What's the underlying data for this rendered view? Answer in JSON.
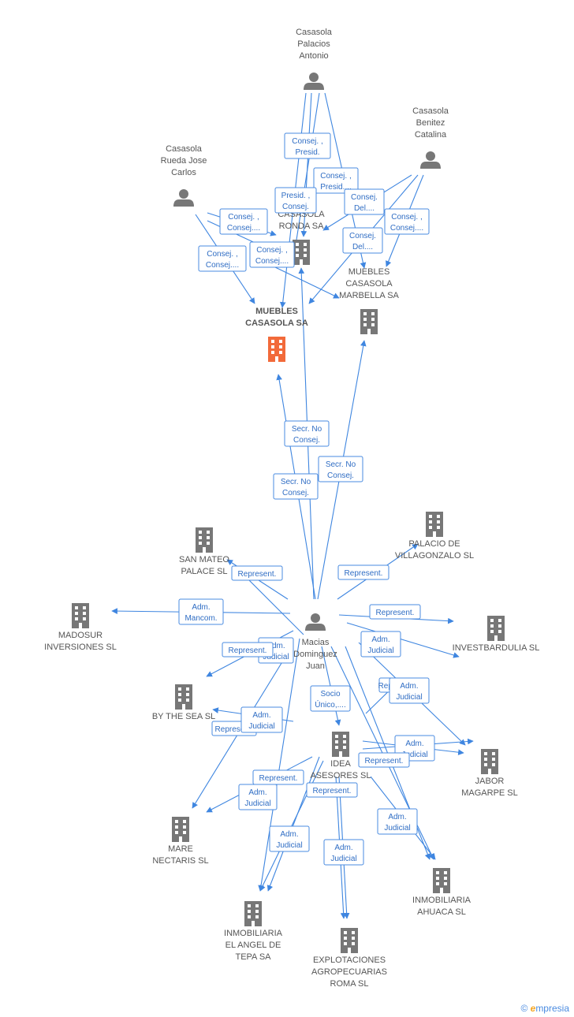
{
  "colors": {
    "edge": "#3f86e0",
    "node": "#777777",
    "main": "#f26a3a",
    "box_text": "#2f6dc4"
  },
  "persons": {
    "palacios": [
      "Casasola",
      "Palacios",
      "Antonio"
    ],
    "benitez": [
      "Casasola",
      "Benitez",
      "Catalina"
    ],
    "rueda": [
      "Casasola",
      "Rueda Jose",
      "Carlos"
    ],
    "macias": [
      "Macias",
      "Dominguez",
      "Juan"
    ]
  },
  "companies": {
    "muebles": [
      "MUEBLES",
      "CASASOLA SA"
    ],
    "ronda": [
      "CASASOLA",
      "RONDA SA"
    ],
    "marbella": [
      "MUEBLES",
      "CASASOLA",
      "MARBELLA SA"
    ],
    "sanmateo": [
      "SAN MATEO",
      "PALACE SL"
    ],
    "palacio": [
      "PALACIO DE",
      "VILLAGONZALO SL"
    ],
    "madosur": [
      "MADOSUR",
      "INVERSIONES SL"
    ],
    "investbardulia": [
      "INVESTBARDULIA SL"
    ],
    "bythesea": [
      "BY THE SEA SL"
    ],
    "idea": [
      "IDEA",
      "ASESORES SL"
    ],
    "jabor": [
      "JABOR",
      "MAGARPE SL"
    ],
    "mare": [
      "MARE",
      "NECTARIS SL"
    ],
    "ahuaca": [
      "INMOBILIARIA",
      "AHUACA SL"
    ],
    "angel": [
      "INMOBILIARIA",
      "EL ANGEL DE",
      "TEPA SA"
    ],
    "explotaciones": [
      "EXPLOTACIONES",
      "AGROPECUARIAS",
      "ROMA SL"
    ]
  },
  "relations": {
    "r1": [
      "Consej. ,",
      "Presid."
    ],
    "r2": [
      "Consej. ,",
      "Presid...."
    ],
    "r3": [
      "Presid. ,",
      "Consej."
    ],
    "r4": [
      "Consej.",
      "Del...."
    ],
    "r5": [
      "Consej. ,",
      "Consej...."
    ],
    "r6": [
      "Consej. ,",
      "Consej...."
    ],
    "r7": [
      "Consej.",
      "Del...."
    ],
    "r8": [
      "Consej. ,",
      "Consej...."
    ],
    "r9": [
      "Consej. ,",
      "Consej...."
    ],
    "r10": [
      "Secr.  No",
      "Consej."
    ],
    "r11": [
      "Secr.  No",
      "Consej."
    ],
    "r12": [
      "Secr.  No",
      "Consej."
    ],
    "r13": [
      "Represent."
    ],
    "r14": [
      "Represent."
    ],
    "r15": [
      "Adm.",
      "Mancom."
    ],
    "r16": [
      "Represent."
    ],
    "r17": [
      "Adm.",
      "Judicial"
    ],
    "r18": [
      "Adm.",
      "Judicial"
    ],
    "r19": [
      "Represent."
    ],
    "r20": [
      "Socio",
      "Único,...."
    ],
    "r21": [
      "Represent."
    ],
    "r22": [
      "Adm.",
      "Judicial"
    ],
    "r23": [
      "Represent."
    ],
    "r24": [
      "Adm.",
      "Judicial"
    ],
    "r25": [
      "Adm.",
      "Judicial"
    ],
    "r26": [
      "Represent."
    ],
    "r27": [
      "Adm.",
      "Judicial"
    ],
    "r28": [
      "Represent."
    ],
    "r29": [
      "Represent."
    ],
    "r30": [
      "Adm.",
      "Judicial"
    ],
    "r31": [
      "Adm.",
      "Judicial"
    ],
    "r32": [
      "Adm.",
      "Judicial"
    ],
    "r33": [
      "Adm.",
      "Judicial"
    ],
    "r34": [
      "Adm.",
      "Judicial"
    ]
  },
  "brand": {
    "symbol": "©",
    "initial": "e",
    "rest": "mpresia"
  }
}
